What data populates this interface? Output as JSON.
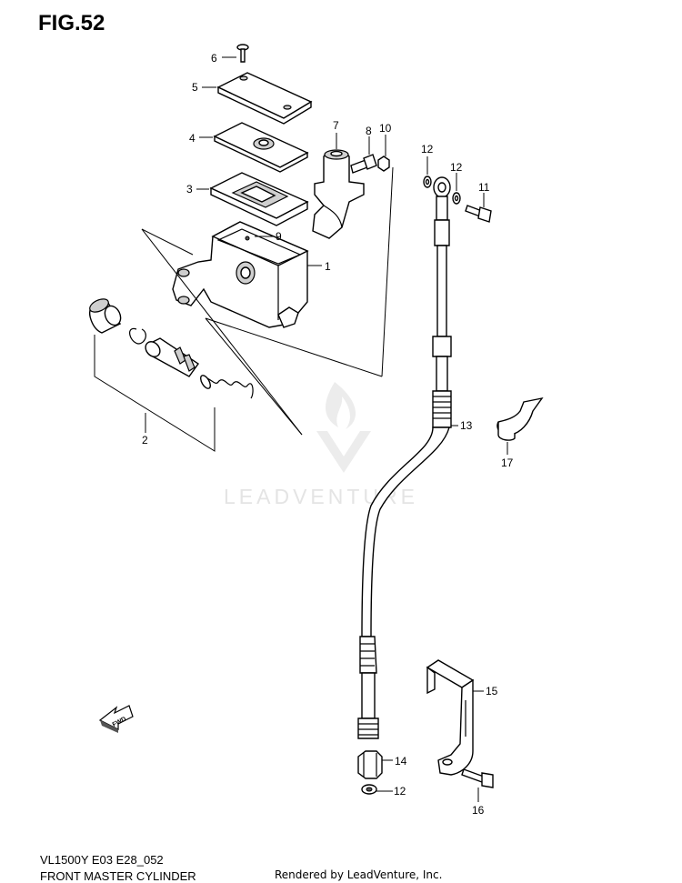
{
  "figure": {
    "title": "FIG.52"
  },
  "watermark": {
    "text": "LEADVENTURE"
  },
  "direction_marker": {
    "label": "FWD"
  },
  "callouts": {
    "p1": "1",
    "p2": "2",
    "p3": "3",
    "p4": "4",
    "p5": "5",
    "p6": "6",
    "p7": "7",
    "p8": "8",
    "p9": "9",
    "p10": "10",
    "p11": "11",
    "p12a": "12",
    "p12b": "12",
    "p12c": "12",
    "p13": "13",
    "p14": "14",
    "p15": "15",
    "p16": "16",
    "p17": "17"
  },
  "footer": {
    "model_code": "VL1500Y E03 E28_052",
    "diagram_name": "FRONT MASTER CYLINDER",
    "rendered_by": "Rendered by LeadVenture, Inc."
  }
}
